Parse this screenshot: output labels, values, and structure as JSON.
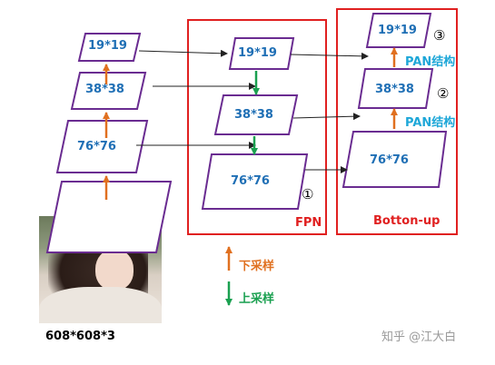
{
  "input": {
    "size_label": "608*608*3"
  },
  "backbone": {
    "labels": [
      "76*76",
      "38*38",
      "19*19"
    ]
  },
  "fpn": {
    "title": "FPN",
    "labels": [
      "19*19",
      "38*38",
      "76*76"
    ]
  },
  "bottom_up": {
    "title": "Botton-up",
    "labels": [
      "76*76",
      "38*38",
      "19*19"
    ]
  },
  "pan": {
    "label": "PAN结构"
  },
  "markers": {
    "one": "①",
    "two": "②",
    "three": "③"
  },
  "legend": {
    "downsample": "下采样",
    "upsample": "上采样"
  },
  "watermark": "知乎 @江大白",
  "colors": {
    "box_border": "#6a2c91",
    "feature_text": "#1f6fb5",
    "downsample": "#e07020",
    "upsample": "#1aa050",
    "frame": "#e02020",
    "pan_text": "#1ea7d8",
    "arrow": "#222222"
  }
}
